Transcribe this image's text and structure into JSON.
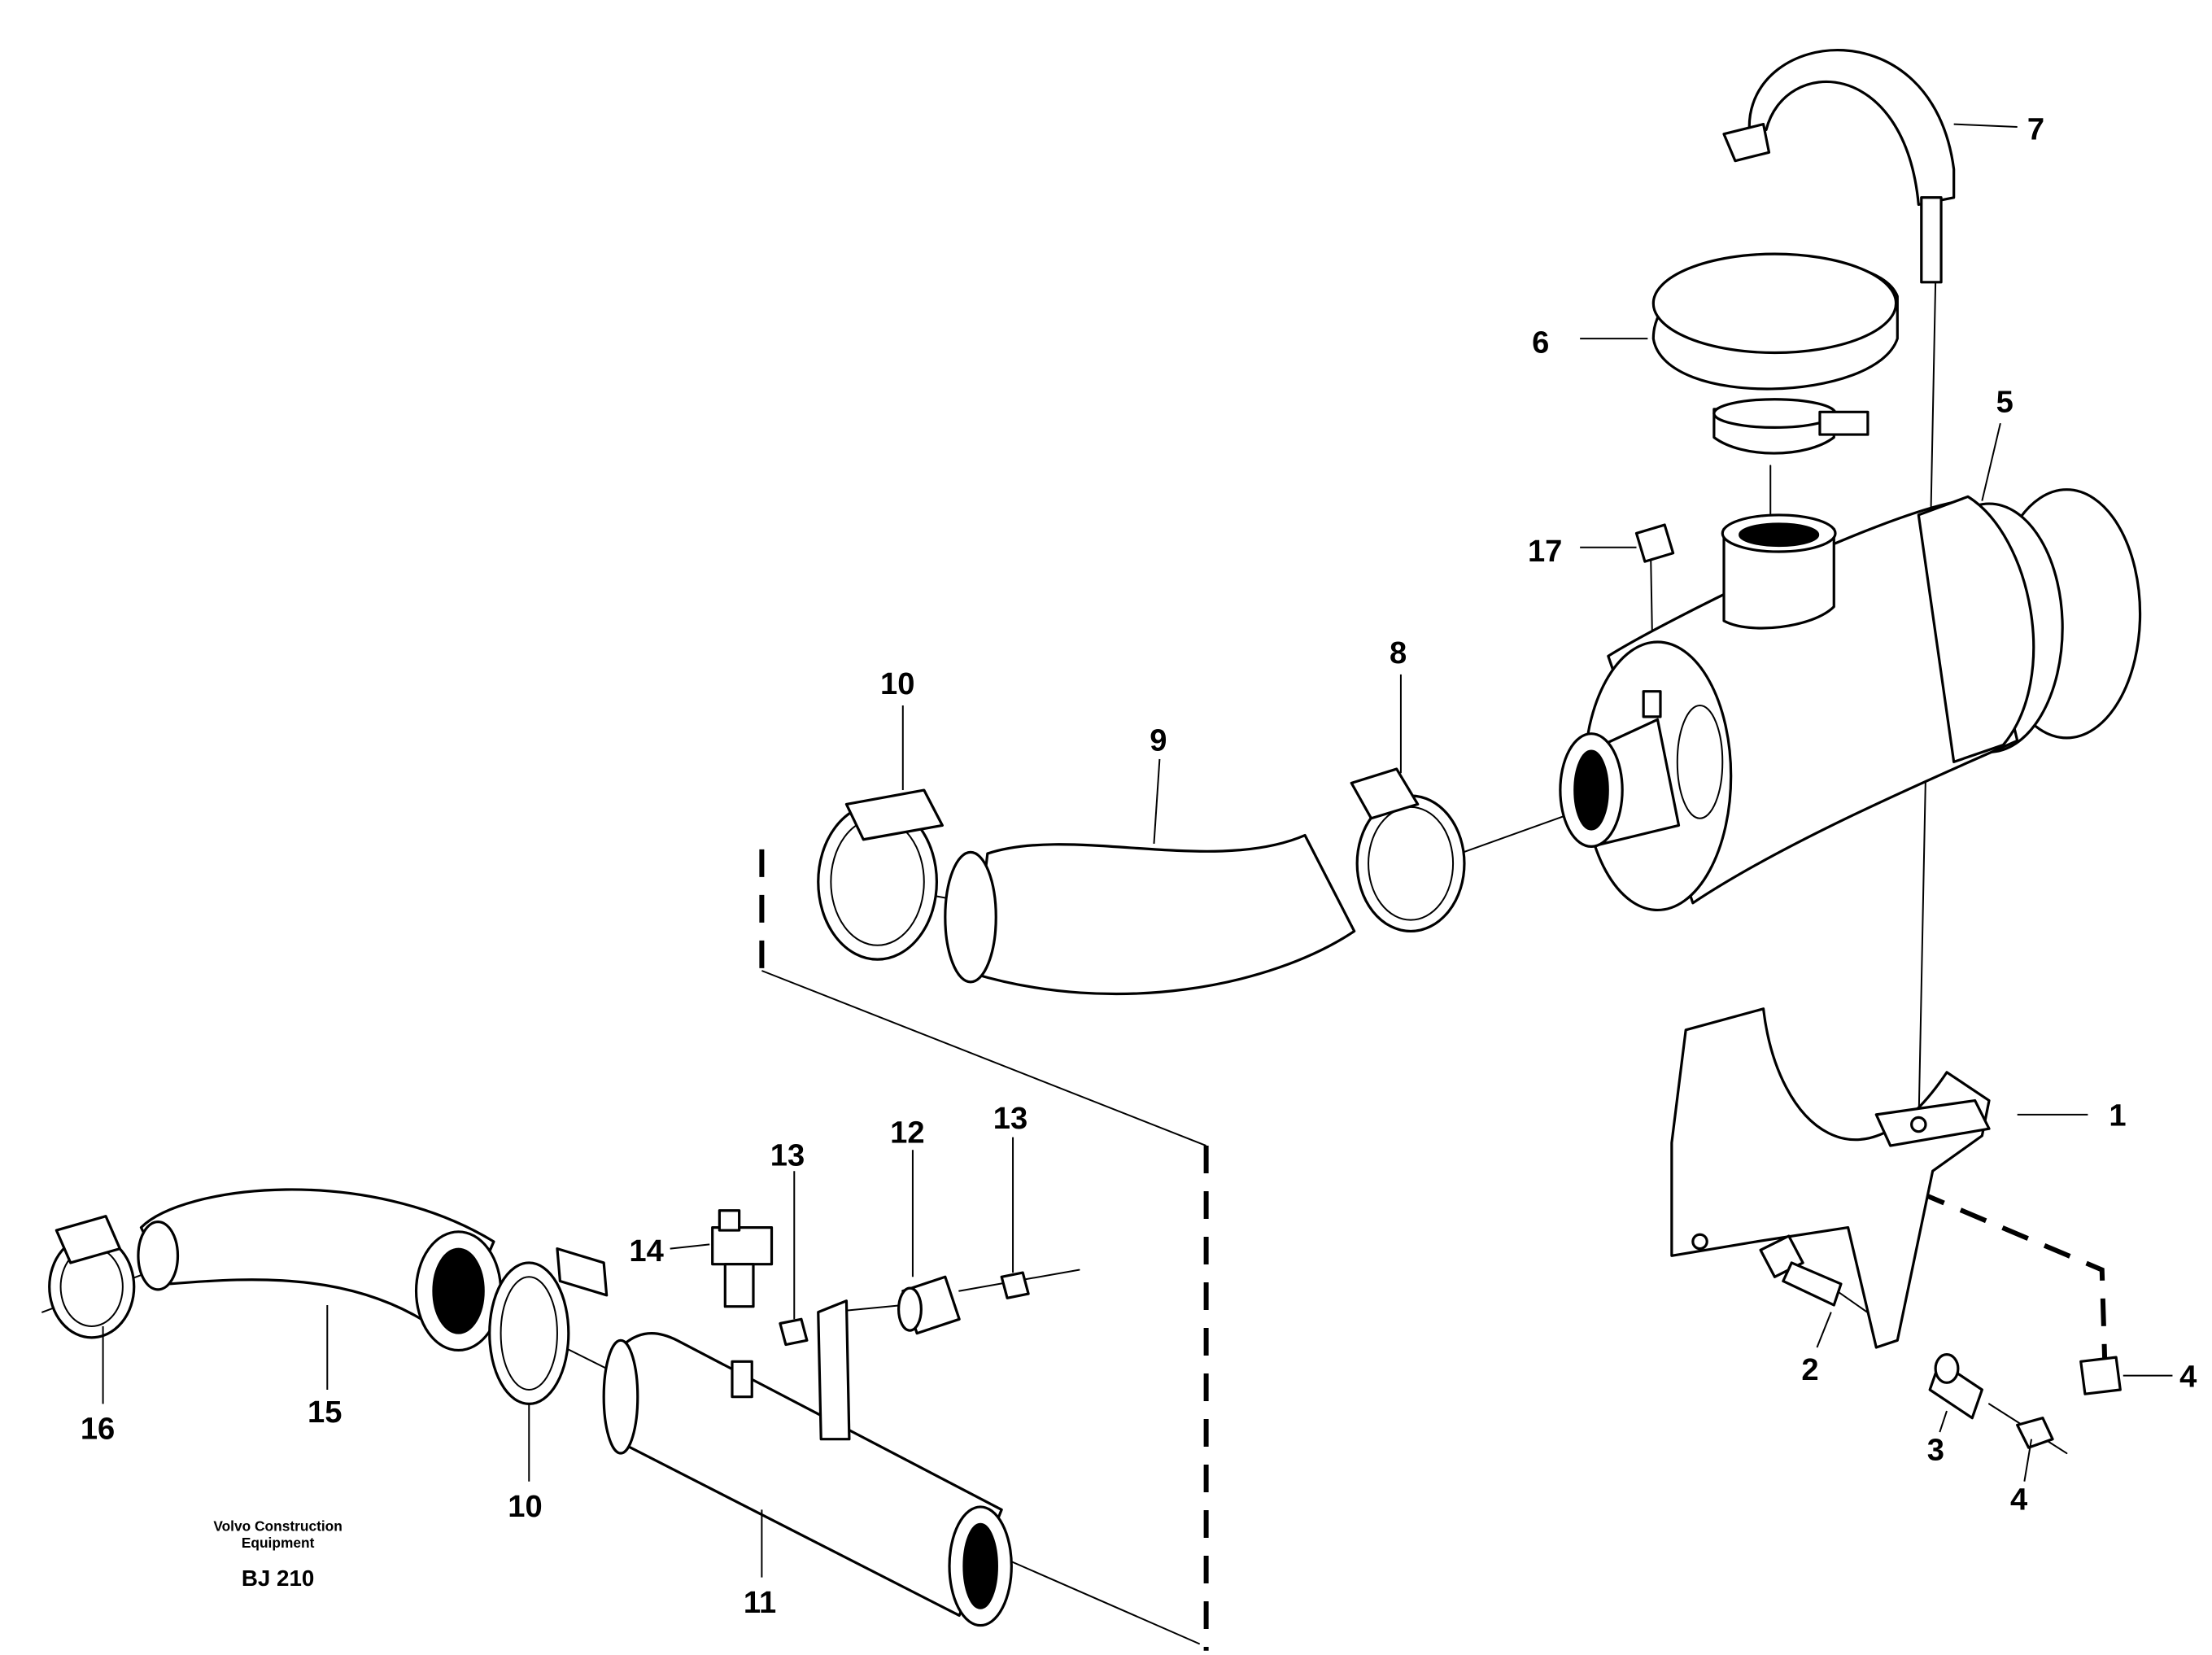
{
  "diagram": {
    "callouts": {
      "c1": "1",
      "c2": "2",
      "c3": "3",
      "c4a": "4",
      "c4b": "4",
      "c5": "5",
      "c6": "6",
      "c7": "7",
      "c8": "8",
      "c9": "9",
      "c10a": "10",
      "c10b": "10",
      "c11": "11",
      "c12": "12",
      "c13a": "13",
      "c13b": "13",
      "c14": "14",
      "c15": "15",
      "c16": "16",
      "c17": "17"
    },
    "caption": {
      "line1": "Volvo Construction",
      "line2": "Equipment",
      "code": "BJ 210"
    }
  }
}
